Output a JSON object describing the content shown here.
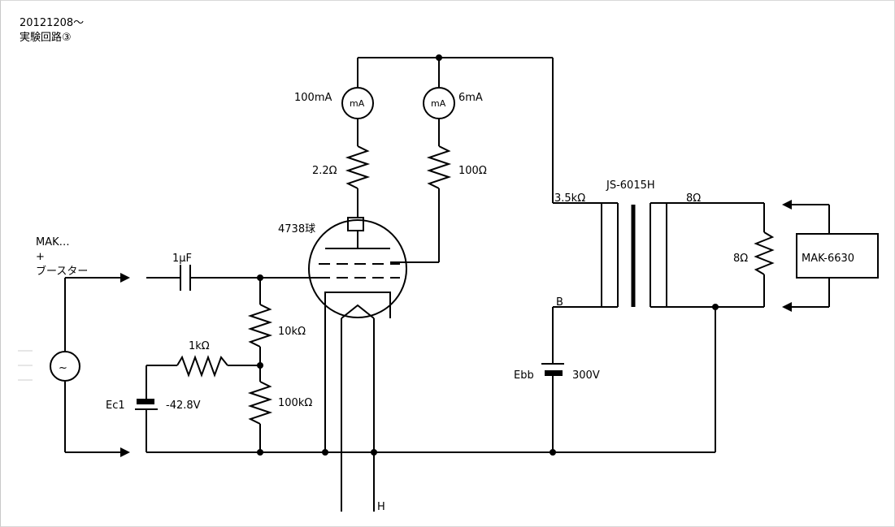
{
  "header": {
    "date": "20121208～",
    "title": "実験回路③"
  },
  "input": {
    "line1": "MAK…",
    "line2": "+",
    "line3": "ブースター",
    "source_symbol": "~"
  },
  "coupling_cap": "1μF",
  "resistors": {
    "r_10k": "10kΩ",
    "r_100k": "100kΩ",
    "r_1k": "1kΩ",
    "r_2_2": "2.2Ω",
    "r_100": "100Ω",
    "r_load": "8Ω"
  },
  "meters": {
    "m1_label": "100mA",
    "m1_face": "mA",
    "m2_label": "6mA",
    "m2_face": "mA"
  },
  "tube": "4738球",
  "bias_battery": {
    "name": "Ec1",
    "value": "-42.8V",
    "color": "#0000cc"
  },
  "plate_battery": {
    "name": "Ebb",
    "value": "300V",
    "color": "#cc0000"
  },
  "transformer": {
    "model": "JS-6015H",
    "primary": "3.5kΩ",
    "secondary": "8Ω",
    "tap_b": "B"
  },
  "speaker_box": "MAK-6630",
  "heater_label": "H"
}
